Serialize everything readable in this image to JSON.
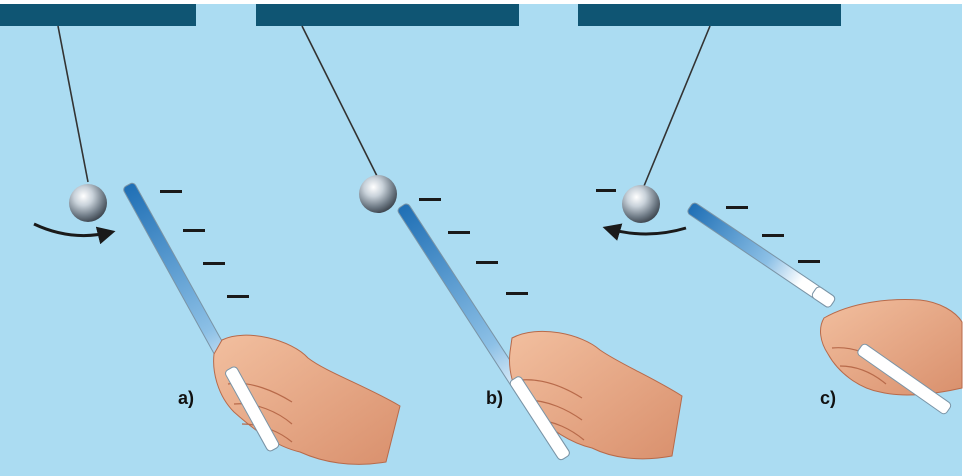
{
  "panels": [
    {
      "label": "a)",
      "charge_sign": "−"
    },
    {
      "label": "b)",
      "charge_sign": "−"
    },
    {
      "label": "c)",
      "charge_sign": "−"
    }
  ],
  "colors": {
    "background": "#abdcf2",
    "ceiling_bar": "#0f5573",
    "thread": "#333333",
    "rod_top": "#1f6fb5",
    "rod_bottom": "#ffffff",
    "charge_marks": "#1a1a1a",
    "motion_arrow": "#1a1a1a",
    "skin": "#e8a887"
  },
  "icons": {
    "ball": "metal-sphere",
    "rod": "charged-rod",
    "hand": "hand-holding-rod",
    "arrow": "curved-motion-arrow"
  }
}
